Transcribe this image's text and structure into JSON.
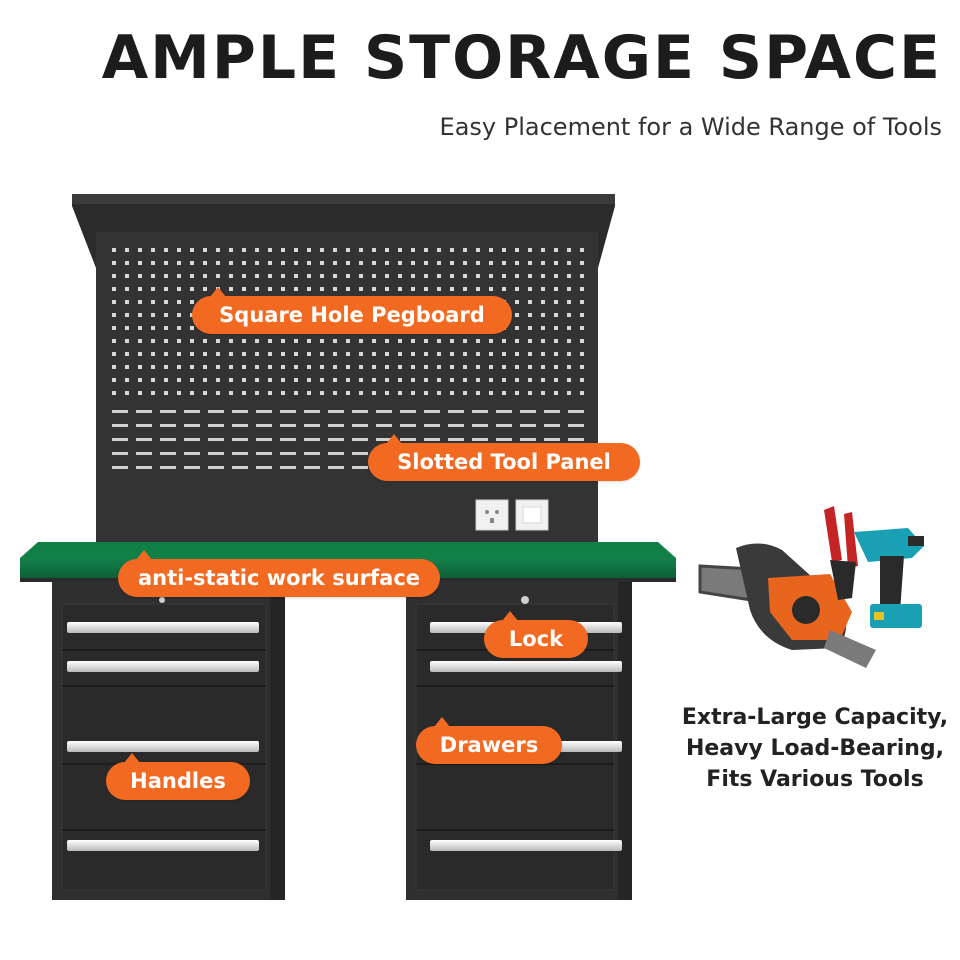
{
  "header": {
    "title": "AMPLE STORAGE SPACE",
    "subtitle": "Easy Placement for a Wide Range of Tools"
  },
  "callouts": {
    "pegboard": "Square Hole Pegboard",
    "slotted": "Slotted Tool Panel",
    "surface": "anti-static work surface",
    "lock": "Lock",
    "drawers": "Drawers",
    "handles": "Handles"
  },
  "capacity": {
    "line1": "Extra-Large Capacity,",
    "line2": "Heavy Load-Bearing,",
    "line3": "Fits Various Tools"
  },
  "colors": {
    "accent": "#f26a21",
    "bench_body": "#2f2f30",
    "work_surface": "#0f6b3f",
    "drill": "#1aa0b5"
  },
  "icons": [
    "chainsaw-icon",
    "wire-stripper-icon",
    "cordless-drill-icon"
  ]
}
